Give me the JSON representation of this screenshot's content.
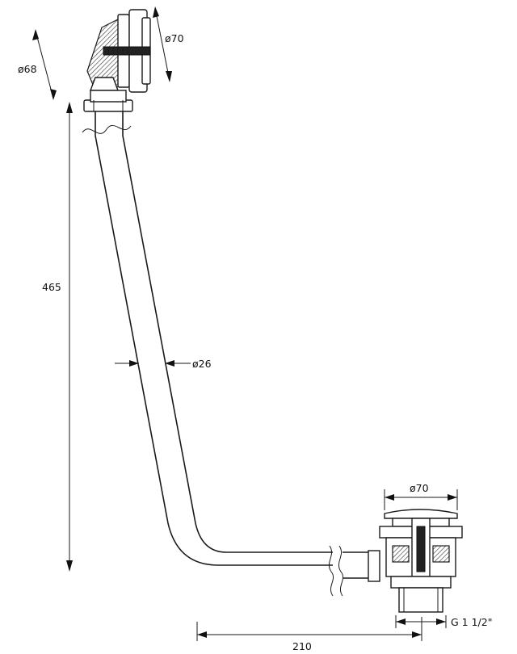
{
  "dimensions": {
    "overflow_diameter": "ø68",
    "overflow_cap_diameter": "ø70",
    "height": "465",
    "pipe_diameter": "ø26",
    "waste_cap_diameter": "ø70",
    "horizontal_length": "210",
    "thread": "G 1 1/2\""
  }
}
